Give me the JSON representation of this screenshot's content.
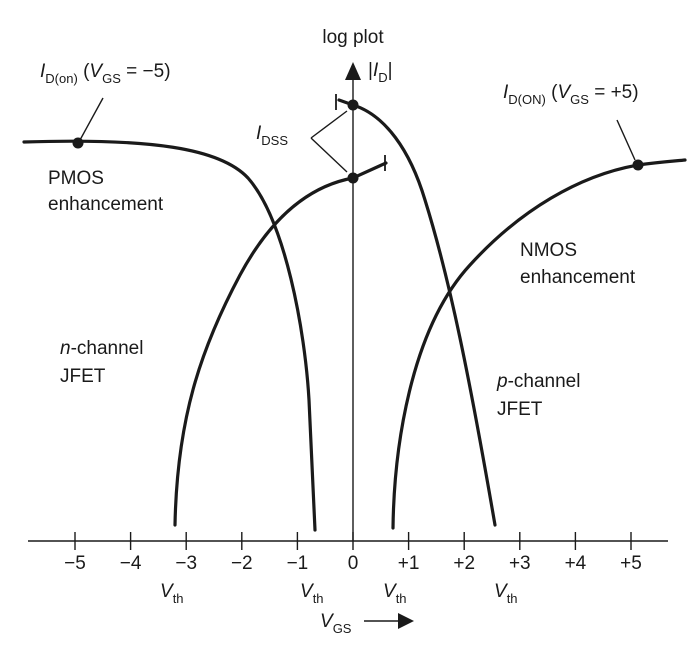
{
  "axis": {
    "y_label_top": "log plot",
    "y_label": {
      "main": "I",
      "sub": "D",
      "bars": "|"
    },
    "x_label": {
      "main": "V",
      "sub": "GS"
    },
    "ticks": [
      "−5",
      "−4",
      "−3",
      "−2",
      "−1",
      "0",
      "+1",
      "+2",
      "+3",
      "+4",
      "+5"
    ],
    "tick_values": [
      -5,
      -4,
      -3,
      -2,
      -1,
      0,
      1,
      2,
      3,
      4,
      5
    ]
  },
  "vth_label": {
    "main": "V",
    "sub": "th"
  },
  "annotations": {
    "id_on": {
      "main": "I",
      "sub": "D(on)",
      "rest": " (",
      "v": "V",
      "vsub": "GS",
      "eq": " = −5)"
    },
    "id_ON": {
      "main": "I",
      "sub": "D(ON)",
      "rest": " (",
      "v": "V",
      "vsub": "GS",
      "eq": " = +5)"
    },
    "idss": {
      "main": "I",
      "sub": "DSS"
    }
  },
  "curve_labels": {
    "pmos_1": "PMOS",
    "pmos_2": "enhancement",
    "nmos_1": "NMOS",
    "nmos_2": "enhancement",
    "nch_prefix": "n",
    "nch_1": "-channel",
    "nch_2": "JFET",
    "pch_prefix": "p",
    "pch_1": "-channel",
    "pch_2": "JFET"
  }
}
